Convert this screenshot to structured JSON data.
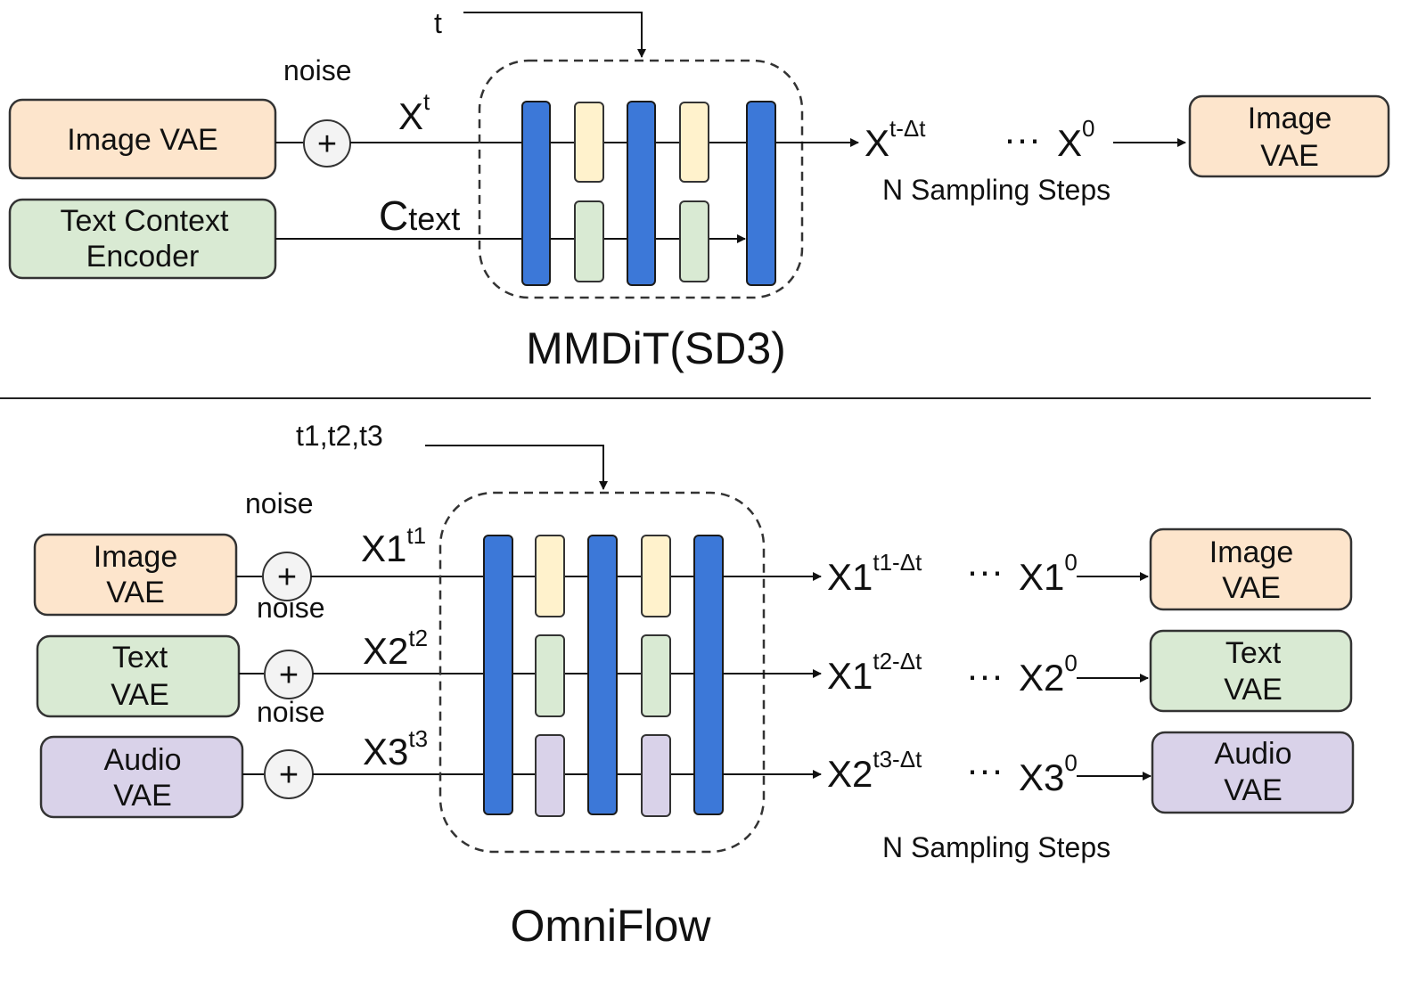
{
  "colors": {
    "image_vae": "#fde5cc",
    "text_vae": "#d9ead3",
    "audio_vae": "#d9d2e9",
    "mmdit_block": "#3c78d8",
    "image_adapter": "#fff2cc",
    "text_adapter": "#d9ead3",
    "audio_adapter": "#d9d2e9",
    "adder_fill": "#f3f3f3",
    "stroke": "#222222"
  },
  "top": {
    "timestep_label": "t",
    "noise_label": "noise",
    "inputs": [
      {
        "label_line1": "Image VAE",
        "label_line2": ""
      },
      {
        "label_line1": "Text Context",
        "label_line2": "Encoder"
      }
    ],
    "xt_label": "X",
    "xt_sup": "t",
    "ctext_main": "C",
    "ctext_sub": "text",
    "output_x": "X",
    "output_sup": "t-Δt",
    "dots": "···",
    "final_x": "X",
    "final_sup": "0",
    "steps_label": "N Sampling Steps",
    "output_box": {
      "label_line1": "Image",
      "label_line2": "VAE"
    },
    "title": "MMDiT(SD3)"
  },
  "bottom": {
    "timestep_label": "t1,t2,t3",
    "noise_labels": [
      "noise",
      "noise",
      "noise"
    ],
    "inputs": [
      {
        "label_line1": "Image",
        "label_line2": "VAE"
      },
      {
        "label_line1": "Text",
        "label_line2": "VAE"
      },
      {
        "label_line1": "Audio",
        "label_line2": "VAE"
      }
    ],
    "latents": [
      {
        "x": "X1",
        "sup": "t1"
      },
      {
        "x": "X2",
        "sup": "t2"
      },
      {
        "x": "X3",
        "sup": "t3"
      }
    ],
    "outputs": [
      {
        "x": "X1",
        "sup": "t1-Δt",
        "final_x": "X1",
        "final_sup": "0"
      },
      {
        "x": "X1",
        "sup": "t2-Δt",
        "final_x": "X2",
        "final_sup": "0"
      },
      {
        "x": "X2",
        "sup": "t3-Δt",
        "final_x": "X3",
        "final_sup": "0"
      }
    ],
    "dots": "···",
    "output_boxes": [
      {
        "label_line1": "Image",
        "label_line2": "VAE"
      },
      {
        "label_line1": "Text",
        "label_line2": "VAE"
      },
      {
        "label_line1": "Audio",
        "label_line2": "VAE"
      }
    ],
    "steps_label": "N Sampling Steps",
    "title": "OmniFlow"
  }
}
